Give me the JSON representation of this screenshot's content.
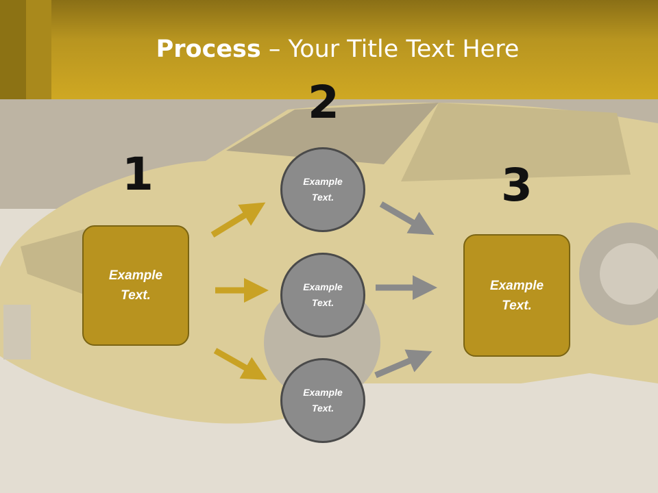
{
  "slide": {
    "title_bold": "Process",
    "title_rest": " – Your Title Text Here"
  },
  "steps": {
    "n1": "1",
    "n2": "2",
    "n3": "3"
  },
  "boxes": {
    "left": "Example Text.",
    "right": "Example Text."
  },
  "circles": [
    "Example Text.",
    "Example Text.",
    "Example Text."
  ],
  "colors": {
    "header": "#cfa823",
    "box": "#b8931f",
    "circle": "#8b8b8b",
    "arrow_gold": "#c9a224",
    "arrow_gray": "#8a8a8a"
  }
}
